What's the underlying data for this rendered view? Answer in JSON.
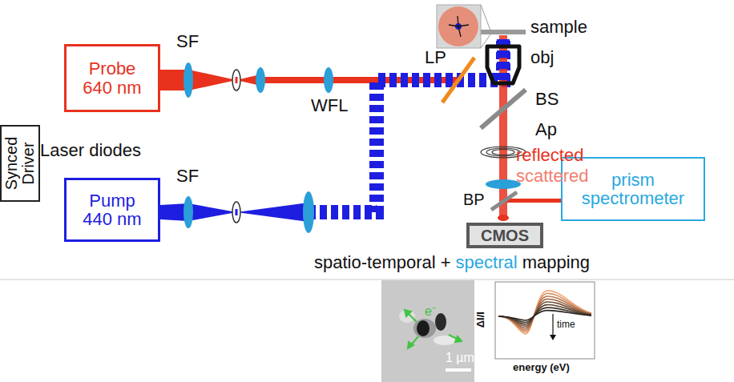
{
  "diagram": {
    "nodes": [
      {
        "text": [
          "Probe 640 nm"
        ]
      },
      {
        "text": [
          "Synced Driver"
        ]
      },
      {
        "text": [
          "Pump 440 nm"
        ]
      },
      {
        "text": [
          "CMOS"
        ]
      },
      {
        "text": [
          "prism spectrometer"
        ]
      }
    ],
    "labels": [
      "SF",
      "WFL",
      "LP",
      "sample",
      "obj",
      "BS",
      "Ap",
      "reflected",
      "scattered",
      "Laser diodes",
      "SF",
      "BP",
      "spatio-temporal +",
      "spectral",
      "mapping",
      "e⁻",
      "1 µm",
      "ΔI/I",
      "time",
      "energy (eV)"
    ]
  }
}
